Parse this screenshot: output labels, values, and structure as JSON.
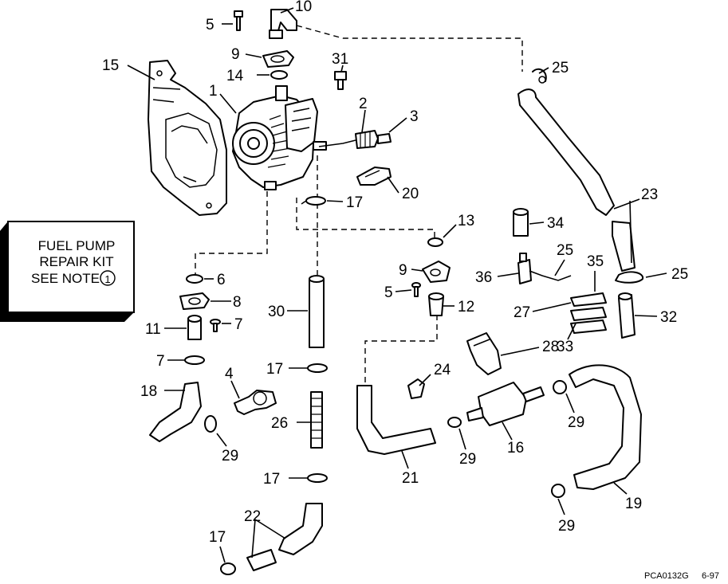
{
  "kit_box": {
    "line1": "FUEL PUMP",
    "line2": "REPAIR KIT",
    "line3": "SEE NOTE",
    "note_number": "1"
  },
  "figure_code": "PCA0132G",
  "figure_date": "6-97",
  "callouts": {
    "c5a": "5",
    "c10": "10",
    "c9a": "9",
    "c31": "31",
    "c25a": "25",
    "c15": "15",
    "c14": "14",
    "c1": "1",
    "c2": "2",
    "c3": "3",
    "c20": "20",
    "c23": "23",
    "c17a": "17",
    "c13": "13",
    "c34": "34",
    "c6": "6",
    "c9b": "9",
    "c25b": "25",
    "c35": "35",
    "c36": "36",
    "c25c": "25",
    "c5b": "5",
    "c8": "8",
    "c30": "30",
    "c12": "12",
    "c27": "27",
    "c32": "32",
    "c11": "11",
    "c7a": "7",
    "c33": "33",
    "c28": "28",
    "c7b": "7",
    "c4": "4",
    "c17b": "17",
    "c24": "24",
    "c18": "18",
    "c29a": "29",
    "c26": "26",
    "c16": "16",
    "c29b": "29",
    "c29c": "29",
    "c21": "21",
    "c17c": "17",
    "c19": "19",
    "c22": "22",
    "c29d": "29",
    "c17d": "17"
  },
  "colors": {
    "ink": "#000000",
    "paper": "#ffffff",
    "kit_shadow": "#000000"
  }
}
